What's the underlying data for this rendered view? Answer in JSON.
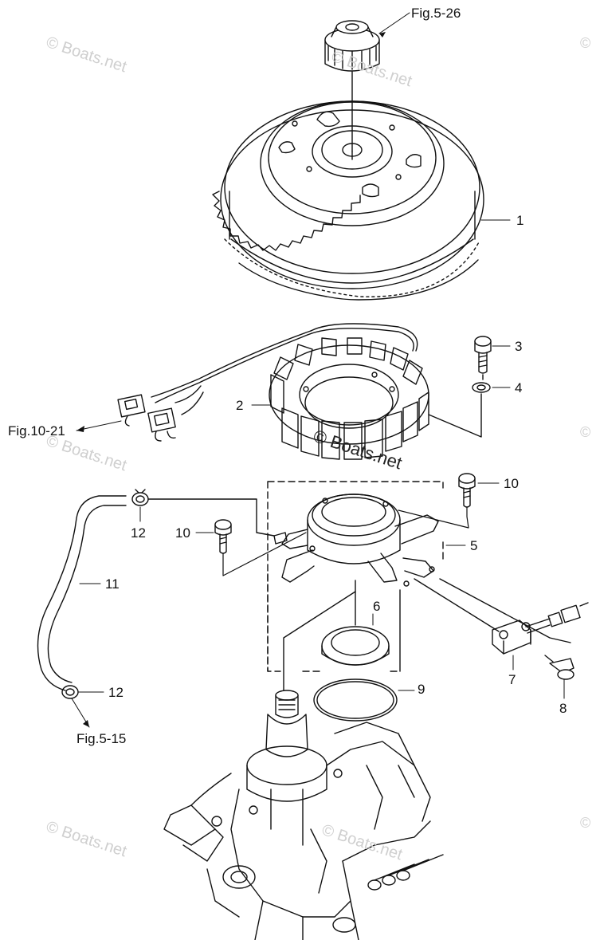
{
  "references": {
    "fig_5_26": "Fig.5-26",
    "fig_10_21": "Fig.10-21",
    "fig_5_15": "Fig.5-15"
  },
  "parts": [
    {
      "id": "flywheel",
      "number": "1"
    },
    {
      "id": "stator-coil",
      "number": "2"
    },
    {
      "id": "bolt-stator",
      "number": "3"
    },
    {
      "id": "washer",
      "number": "4"
    },
    {
      "id": "stator-base",
      "number": "5"
    },
    {
      "id": "oil-seal",
      "number": "6"
    },
    {
      "id": "pulser-coil",
      "number": "7"
    },
    {
      "id": "bolt-pulser",
      "number": "8"
    },
    {
      "id": "o-ring",
      "number": "9"
    },
    {
      "id": "bolt-base-right",
      "number": "10"
    },
    {
      "id": "bolt-base-left",
      "number": "10"
    },
    {
      "id": "hose",
      "number": "11"
    },
    {
      "id": "clip-top",
      "number": "12"
    },
    {
      "id": "clip-bottom",
      "number": "12"
    }
  ],
  "watermark": {
    "text": "© Boats.net",
    "center_text": "© Boats.net"
  },
  "colors": {
    "line": "#111111",
    "watermark": "#cfcfcf"
  }
}
